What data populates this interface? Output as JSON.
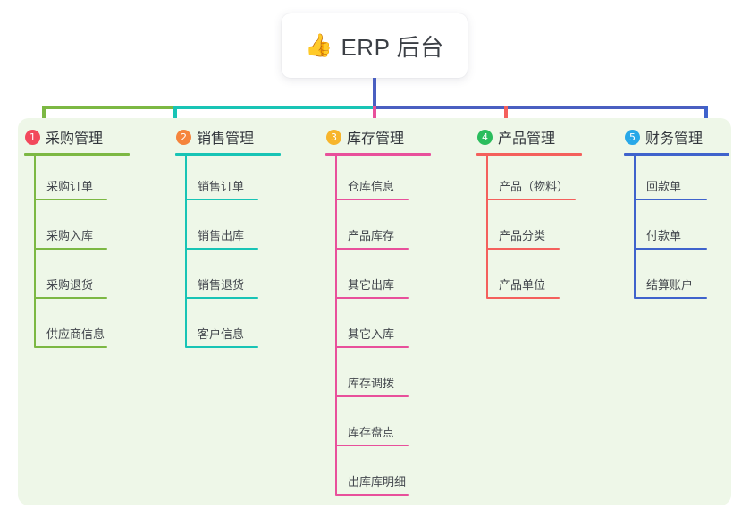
{
  "root": {
    "icon": "thumbs-up-icon",
    "icon_glyph": "👍",
    "title": "ERP 后台"
  },
  "theme": {
    "panel_bg": "#eef7e8",
    "page_bg": "#ffffff",
    "card_bg": "#ffffff",
    "title_text": "#3b3f45",
    "item_text": "#44484e",
    "root_connector": "#4a5fc1"
  },
  "columns": [
    {
      "number": "1",
      "title": "采购管理",
      "badge_color": "#f2495c",
      "line_color": "#7cb843",
      "items": [
        "采购订单",
        "采购入库",
        "采购退货",
        "供应商信息"
      ]
    },
    {
      "number": "2",
      "title": "销售管理",
      "badge_color": "#f5843c",
      "line_color": "#18c4b5",
      "items": [
        "销售订单",
        "销售出库",
        "销售退货",
        "客户信息"
      ]
    },
    {
      "number": "3",
      "title": "库存管理",
      "badge_color": "#f7b52c",
      "line_color": "#e8509b",
      "items": [
        "仓库信息",
        "产品库存",
        "其它出库",
        "其它入库",
        "库存调拨",
        "库存盘点",
        "出库库明细"
      ]
    },
    {
      "number": "4",
      "title": "产品管理",
      "badge_color": "#2bbd5d",
      "line_color": "#f4605c",
      "items": [
        "产品（物料）",
        "产品分类",
        "产品单位"
      ]
    },
    {
      "number": "5",
      "title": "财务管理",
      "badge_color": "#28a8e8",
      "line_color": "#3f63cc",
      "items": [
        "回款单",
        "付款单",
        "结算账户"
      ]
    }
  ]
}
